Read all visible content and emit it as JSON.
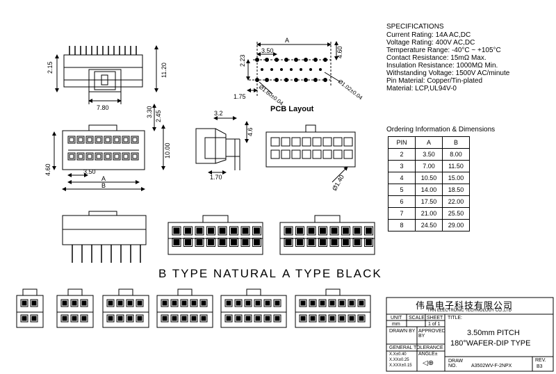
{
  "specifications": {
    "heading": "SPECIFICATIONS",
    "lines": [
      "Current Rating: 14A AC,DC",
      "Voltage Rating: 400V AC,DC",
      "Temperature Range: -40°C ~ +105°C",
      "Contact Resistance: 15mΩ Max.",
      "Insulation Resistance: 1000MΩ Min.",
      "Withstanding Voltage: 1500V AC/minute",
      "Pin Material: Copper/Tin-plated",
      "Material: LCP,UL94V-0"
    ]
  },
  "ordering": {
    "title": "Ordering Information & Dimensions",
    "headers": [
      "PIN",
      "A",
      "B"
    ],
    "rows": [
      [
        "2",
        "3.50",
        "8.00"
      ],
      [
        "3",
        "7.00",
        "11.50"
      ],
      [
        "4",
        "10.50",
        "15.00"
      ],
      [
        "5",
        "14.00",
        "18.50"
      ],
      [
        "6",
        "17.50",
        "22.00"
      ],
      [
        "7",
        "21.00",
        "25.50"
      ],
      [
        "8",
        "24.50",
        "29.00"
      ]
    ]
  },
  "pcb_layout": {
    "title": "PCB Layout",
    "dims": [
      "A",
      "3.50",
      "4.60",
      "2.23",
      "1.75",
      "Ø1.60±0.04",
      "Ø1.02±0.04"
    ]
  },
  "dimensions": {
    "side_view": [
      "2.15",
      "11.20",
      "7.80"
    ],
    "top_view": [
      "3.30",
      "2.45",
      "10.00",
      "4.60",
      "3.50",
      "A",
      "B"
    ],
    "end_view": [
      "3.2",
      "4.6",
      "1.70"
    ],
    "front_view": [
      "Ø1.40"
    ]
  },
  "type_labels": {
    "b_type": "B TYPE NATURAL",
    "a_type": "A TYPE BLACK"
  },
  "title_block": {
    "company_cn": "伟昌电子科技有限公司",
    "company_en": "TRN ELECTRONIC TECHNOLOGY CO.,LTD",
    "unit_label": "UNIT",
    "scale_label": "SCALE",
    "sheet_label": "SHEET",
    "title_label": "TITLE:",
    "unit_value": "mm",
    "sheet_value": "1 of 1",
    "title_line1": "3.50mm PITCH",
    "title_line2": "180°WAFER-DIP TYPE",
    "drawn_by": "DRAWN BY",
    "approved_by": "APPROVED BY",
    "general_tolerance": "GENERAL TOLERANCE",
    "angle": "ANGLE±",
    "tol1": "X.X±0.40",
    "tol2": "X.XX±0.25",
    "tol3": "X.XXX±0.15",
    "drawing_no_label": "DRAW NO.",
    "drawing_no": "A3502WV-F-2NPX",
    "rev_label": "REV.",
    "rev_value": "B3"
  }
}
